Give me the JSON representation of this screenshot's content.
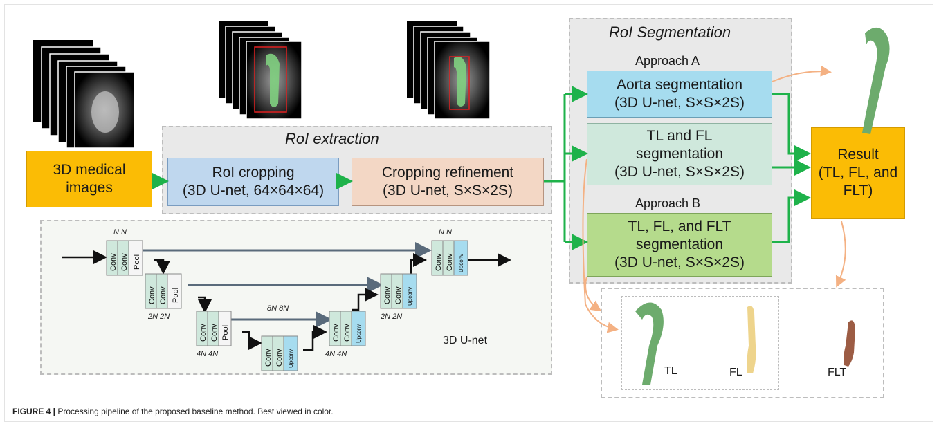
{
  "regions": {
    "roi_extraction_title": "RoI extraction",
    "roi_segmentation_title": "RoI Segmentation"
  },
  "boxes": {
    "input": "3D medical images",
    "roi_cropping": [
      "RoI cropping",
      "(3D U-net, 64×64×64)"
    ],
    "cropping_refinement": [
      "Cropping refinement",
      "(3D U-net, S×S×2S)"
    ],
    "aorta_seg": [
      "Aorta segmentation",
      "(3D U-net, S×S×2S)"
    ],
    "tl_fl_seg": [
      "TL and FL",
      "segmentation",
      "(3D U-net, S×S×2S)"
    ],
    "tl_fl_flt_seg": [
      "TL, FL, and FLT",
      "segmentation",
      "(3D U-net, S×S×2S)"
    ],
    "result": [
      "Result",
      "(TL, FL, and",
      "FLT)"
    ]
  },
  "approach_a": "Approach A",
  "approach_b": "Approach B",
  "unet": {
    "label": "3D U-net",
    "conv": "Conv",
    "pool": "Pool",
    "upconv": "Upconv",
    "dims": [
      "N N",
      "2N 2N",
      "4N 4N",
      "8N 8N",
      "4N 4N",
      "2N 2N",
      "N N"
    ]
  },
  "output_labels": [
    "TL",
    "FL",
    "FLT"
  ],
  "caption": {
    "prefix": "FIGURE 4 |",
    "text": " Processing pipeline of the proposed baseline method. Best viewed in color."
  },
  "colors": {
    "input_box": "#fbbc05",
    "roi_cropping": "#bfd7ee",
    "refinement": "#f3d7c5",
    "aorta": "#a6dcef",
    "tlfl": "#cfe8dc",
    "tlflflt": "#b5db8c",
    "result": "#fbbc05",
    "green_arrow": "#1eb24a",
    "orange_arrow": "#f4b183",
    "gray_arrow": "#5a6b7b",
    "conv_fill": "#cfe8dc",
    "aorta_shape": "#6dab6d",
    "fl_shape": "#eed48c",
    "flt_shape": "#9c5c44"
  }
}
